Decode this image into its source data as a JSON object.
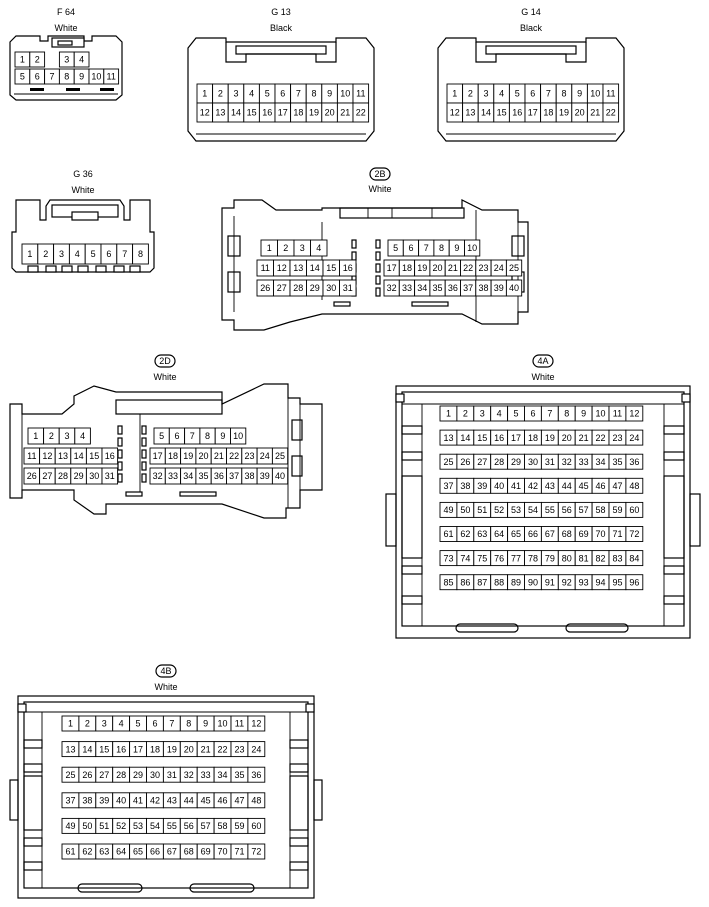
{
  "connectors": [
    {
      "id": "f64",
      "code": "F 64",
      "color": "White",
      "circled": false,
      "rows": [
        [
          "1",
          "2",
          "",
          "3",
          "4"
        ],
        [
          "5",
          "6",
          "7",
          "8",
          "9",
          "10",
          "11"
        ]
      ]
    },
    {
      "id": "g13",
      "code": "G 13",
      "color": "Black",
      "circled": false,
      "rows": [
        [
          "1",
          "2",
          "3",
          "4",
          "5",
          "6",
          "7",
          "8",
          "9",
          "10",
          "11"
        ],
        [
          "12",
          "13",
          "14",
          "15",
          "16",
          "17",
          "18",
          "19",
          "20",
          "21",
          "22"
        ]
      ]
    },
    {
      "id": "g14",
      "code": "G 14",
      "color": "Black",
      "circled": false,
      "rows": [
        [
          "1",
          "2",
          "3",
          "4",
          "5",
          "6",
          "7",
          "8",
          "9",
          "10",
          "11"
        ],
        [
          "12",
          "13",
          "14",
          "15",
          "16",
          "17",
          "18",
          "19",
          "20",
          "21",
          "22"
        ]
      ]
    },
    {
      "id": "g36",
      "code": "G 36",
      "color": "White",
      "circled": false,
      "rows": [
        [
          "1",
          "2",
          "3",
          "4",
          "5",
          "6",
          "7",
          "8"
        ]
      ]
    },
    {
      "id": "c2b",
      "code": "2B",
      "color": "White",
      "circled": true,
      "left": [
        [
          "1",
          "2",
          "3",
          "4"
        ],
        [
          "11",
          "12",
          "13",
          "14",
          "15",
          "16"
        ],
        [
          "26",
          "27",
          "28",
          "29",
          "30",
          "31"
        ]
      ],
      "right": [
        [
          "5",
          "6",
          "7",
          "8",
          "9",
          "10"
        ],
        [
          "17",
          "18",
          "19",
          "20",
          "21",
          "22",
          "23",
          "24",
          "25"
        ],
        [
          "32",
          "33",
          "34",
          "35",
          "36",
          "37",
          "38",
          "39",
          "40"
        ]
      ]
    },
    {
      "id": "c2d",
      "code": "2D",
      "color": "White",
      "circled": true,
      "left": [
        [
          "1",
          "2",
          "3",
          "4"
        ],
        [
          "11",
          "12",
          "13",
          "14",
          "15",
          "16"
        ],
        [
          "26",
          "27",
          "28",
          "29",
          "30",
          "31"
        ]
      ],
      "right": [
        [
          "5",
          "6",
          "7",
          "8",
          "9",
          "10"
        ],
        [
          "17",
          "18",
          "19",
          "20",
          "21",
          "22",
          "23",
          "24",
          "25"
        ],
        [
          "32",
          "33",
          "34",
          "35",
          "36",
          "37",
          "38",
          "39",
          "40"
        ]
      ]
    },
    {
      "id": "c4a",
      "code": "4A",
      "color": "White",
      "circled": true,
      "rows": [
        [
          "1",
          "2",
          "3",
          "4",
          "5",
          "6",
          "7",
          "8",
          "9",
          "10",
          "11",
          "12"
        ],
        [
          "13",
          "14",
          "15",
          "16",
          "17",
          "18",
          "19",
          "20",
          "21",
          "22",
          "23",
          "24"
        ],
        [
          "25",
          "26",
          "27",
          "28",
          "29",
          "30",
          "31",
          "32",
          "33",
          "34",
          "35",
          "36"
        ],
        [
          "37",
          "38",
          "39",
          "40",
          "41",
          "42",
          "43",
          "44",
          "45",
          "46",
          "47",
          "48"
        ],
        [
          "49",
          "50",
          "51",
          "52",
          "53",
          "54",
          "55",
          "56",
          "57",
          "58",
          "59",
          "60"
        ],
        [
          "61",
          "62",
          "63",
          "64",
          "65",
          "66",
          "67",
          "68",
          "69",
          "70",
          "71",
          "72"
        ],
        [
          "73",
          "74",
          "75",
          "76",
          "77",
          "78",
          "79",
          "80",
          "81",
          "82",
          "83",
          "84"
        ],
        [
          "85",
          "86",
          "87",
          "88",
          "89",
          "90",
          "91",
          "92",
          "93",
          "94",
          "95",
          "96"
        ]
      ]
    },
    {
      "id": "c4b",
      "code": "4B",
      "color": "White",
      "circled": true,
      "rows": [
        [
          "1",
          "2",
          "3",
          "4",
          "5",
          "6",
          "7",
          "8",
          "9",
          "10",
          "11",
          "12"
        ],
        [
          "13",
          "14",
          "15",
          "16",
          "17",
          "18",
          "19",
          "20",
          "21",
          "22",
          "23",
          "24"
        ],
        [
          "25",
          "26",
          "27",
          "28",
          "29",
          "30",
          "31",
          "32",
          "33",
          "34",
          "35",
          "36"
        ],
        [
          "37",
          "38",
          "39",
          "40",
          "41",
          "42",
          "43",
          "44",
          "45",
          "46",
          "47",
          "48"
        ],
        [
          "49",
          "50",
          "51",
          "52",
          "53",
          "54",
          "55",
          "56",
          "57",
          "58",
          "59",
          "60"
        ],
        [
          "61",
          "62",
          "63",
          "64",
          "65",
          "66",
          "67",
          "68",
          "69",
          "70",
          "71",
          "72"
        ]
      ]
    }
  ]
}
